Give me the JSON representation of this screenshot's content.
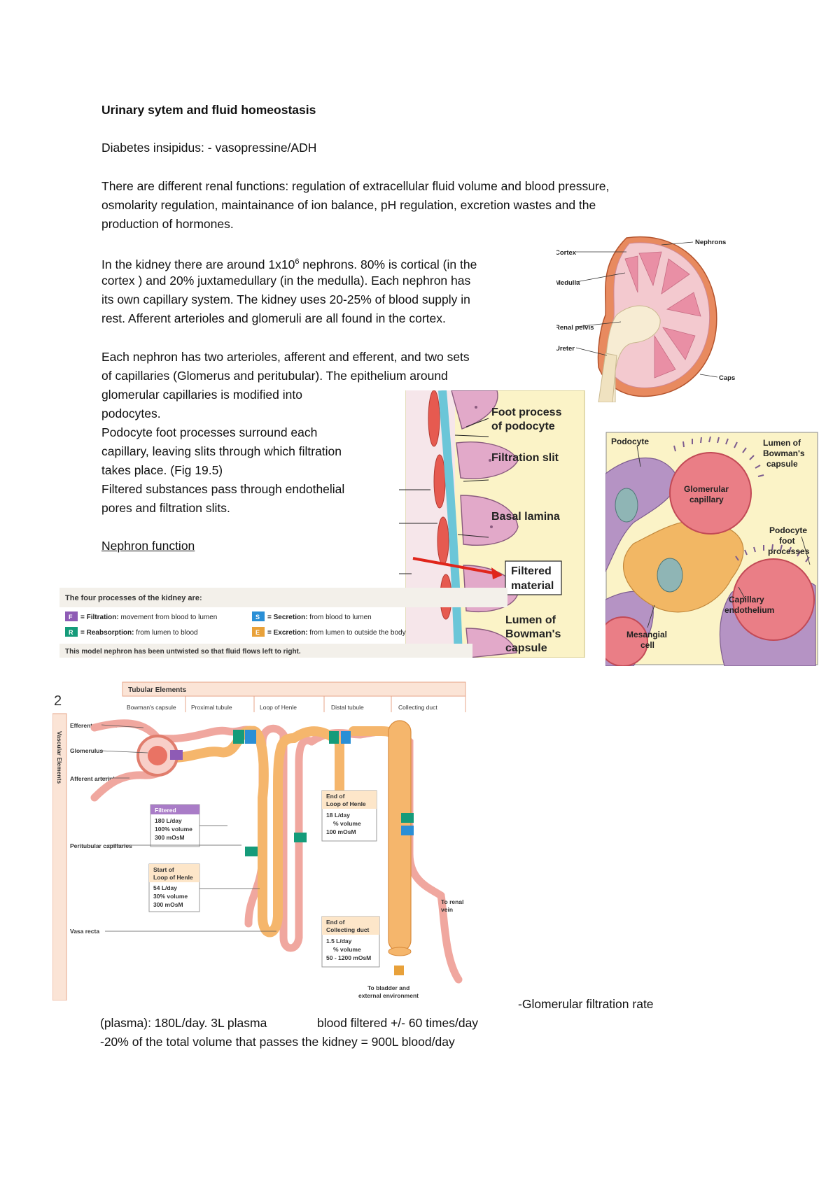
{
  "heading": "Urinary sytem and fluid homeostasis",
  "diabetes_line": "Diabetes insipidus: - vasopressine/ADH",
  "renal_functions": [
    "There are different renal functions: regulation of extracellular fluid volume and blood pressure,",
    "osmolarity regulation, maintainance of ion balance, pH regulation, excretion wastes and the",
    "production of hormones."
  ],
  "nephron_count": {
    "pre": "In the kidney there are around 1x10",
    "sup": "6",
    "post": " nephrons. 80% is cortical (in the",
    "lines": [
      "cortex ) and 20% juxtamedullary (in the medulla). Each nephron has",
      "its own capillary system. The kidney uses 20-25% of blood supply in",
      "rest. Afferent arterioles and glomeruli are all found in the cortex."
    ]
  },
  "arterioles_paragraph": [
    "Each nephron has two arterioles, afferent and efferent, and two sets",
    "of capillaries (Glomerus and peritubular). The epithelium around",
    "glomerular capillaries is modified into",
    "podocytes.",
    "Podocyte foot processes surround each",
    "capillary, leaving slits through which filtration",
    "takes place. (Fig 19.5)",
    "Filtered substances pass through endothelial",
    "pores and filtration slits."
  ],
  "nephron_function_heading": "Nephron function",
  "kidney_figure": {
    "labels": {
      "cortex": "Cortex",
      "medulla": "Medulla",
      "renal_pelvis": "Renal pelvis",
      "ureter": "Ureter",
      "nephrons": "Nephrons",
      "capsule": "Capsule"
    }
  },
  "filtration_figure": {
    "labels": {
      "foot_process": [
        "Foot process",
        "of podocyte"
      ],
      "filtration_slit": "Filtration slit",
      "basal_lamina": "Basal lamina",
      "filtered_material": [
        "Filtered",
        "material"
      ],
      "lumen": [
        "Lumen of",
        "Bowman's",
        "capsule"
      ]
    }
  },
  "podocyte_figure": {
    "labels": {
      "podocyte": "Podocyte",
      "lumen": [
        "Lumen of",
        "Bowman's",
        "capsule"
      ],
      "glomerular_capillary": [
        "Glomerular",
        "capillary"
      ],
      "podocyte_foot": [
        "Podocyte",
        "foot",
        "processes"
      ],
      "capillary_endothelium": [
        "Capillary",
        "endothelium"
      ],
      "mesangial": [
        "Mesangial",
        "cell"
      ]
    }
  },
  "nephron_diagram": {
    "header": "The four processes of the kidney are:",
    "legend": [
      {
        "badge": "F",
        "bold": "= Filtration:",
        "text": " movement from blood to lumen",
        "color": "#8e5bb5"
      },
      {
        "badge": "R",
        "bold": "= Reabsorption:",
        "text": " from lumen to blood",
        "color": "#159b7a"
      },
      {
        "badge": "S",
        "bold": "= Secretion:",
        "text": " from blood to lumen",
        "color": "#2a8fd6"
      },
      {
        "badge": "E",
        "bold": "= Excretion:",
        "text": " from lumen to outside the body",
        "color": "#e8a13a"
      }
    ],
    "model_note": "This model nephron has been untwisted so that fluid flows left to right.",
    "fig_number": "2",
    "tubular_title": "Tubular Elements",
    "tubular_columns": [
      "Bowman's capsule",
      "Proximal tubule",
      "Loop of Henle",
      "Distal tubule",
      "Collecting duct"
    ],
    "vascular_title": "Vascular Elements",
    "vascular_labels": [
      "Efferent arteriole",
      "Glomerulus",
      "Afferent arteriole",
      "Peritubular capillaries",
      "Vasa recta"
    ],
    "boxes": {
      "filtered": {
        "title": "Filtered",
        "lines": [
          "180 L/day",
          "100% volume",
          "300 mOsM"
        ]
      },
      "start_loop": {
        "title": [
          "Start of",
          "Loop of Henle"
        ],
        "lines": [
          "54 L/day",
          "30% volume",
          "300 mOsM"
        ]
      },
      "end_loop": {
        "title": [
          "End of",
          "Loop of Henle"
        ],
        "lines": [
          "18 L/day",
          "% volume",
          "100 mOsM"
        ]
      },
      "end_collecting": {
        "title": [
          "End of",
          "Collecting duct"
        ],
        "lines": [
          "1.5 L/day",
          "% volume",
          "50 - 1200 mOsM"
        ]
      }
    },
    "to_renal_vein": [
      "To renal",
      "vein"
    ],
    "to_bladder": [
      "To bladder and",
      "external environment"
    ]
  },
  "gfr_line": "-Glomerular filtration rate",
  "plasma_line_a": "(plasma): 180L/day. 3L plasma",
  "plasma_line_b": "blood filtered +/- 60 times/day",
  "total_volume_line": "-20% of the total volume that passes the kidney = 900L blood/day"
}
